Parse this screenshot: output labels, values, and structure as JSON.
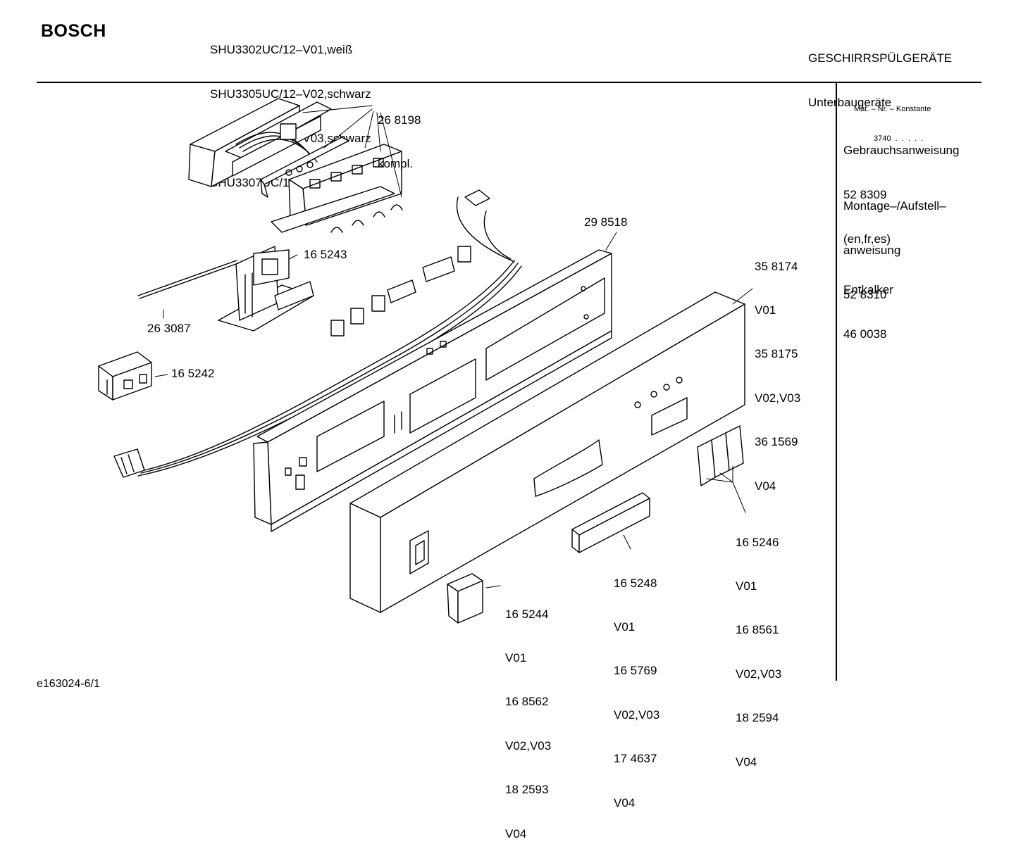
{
  "header": {
    "brand": "BOSCH",
    "models": [
      "SHU3302UC/12–V01,weiß",
      "SHU3305UC/12–V02,schwarz",
      "SHU3306UC/12–V03,schwarz",
      "SHU3307UC/12–V04,bisquit"
    ],
    "category": "GESCHIRRSPÜLGERÄTE",
    "subcategory": "Unterbaugeräte"
  },
  "sidebar": {
    "mat_line1": "Mat. – Nr. – Konstante",
    "mat_line2": "3740  .  .  .  .  .",
    "manual_title": "Gebrauchsanweisung",
    "manual_number": "52 8309",
    "manual_langs": "(en,fr,es)",
    "install_title1": "Montage–/Aufstell–",
    "install_title2": "anweisung",
    "install_number": "52 8310",
    "descaler_title": "Entkalker",
    "descaler_number": "46 0038"
  },
  "parts": {
    "p268198": {
      "num": "26 8198",
      "note": "kompl."
    },
    "p298518": {
      "num": "29 8518"
    },
    "p165243": {
      "num": "16 5243"
    },
    "p263087": {
      "num": "26 3087"
    },
    "p165242": {
      "num": "16 5242"
    },
    "p358174": {
      "lines": [
        "35 8174",
        "V01",
        "35 8175",
        "V02,V03",
        "36 1569",
        "V04"
      ]
    },
    "p165246": {
      "lines": [
        "16 5246",
        "V01",
        "16 8561",
        "V02,V03",
        "18 2594",
        "V04"
      ]
    },
    "p165248": {
      "lines": [
        "16 5248",
        "V01",
        "16 5769",
        "V02,V03",
        "17 4637",
        "V04"
      ]
    },
    "p165244": {
      "lines": [
        "16 5244",
        "V01",
        "16 8562",
        "V02,V03",
        "18 2593",
        "V04"
      ]
    }
  },
  "footer": {
    "code": "e163024-6/1"
  }
}
